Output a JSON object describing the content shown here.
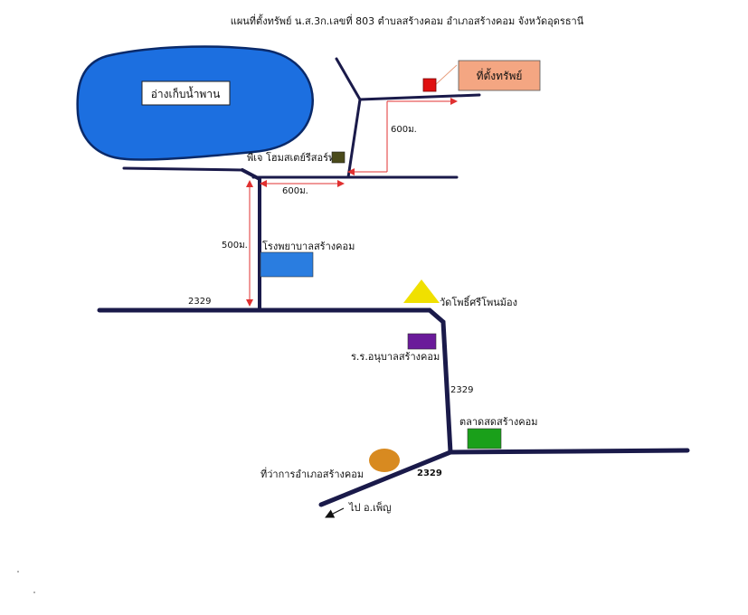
{
  "title": "แผนที่ตั้งทรัพย์ น.ส.3ก.เลขที่ 803  ตำบลสร้างคอม อำเภอสร้างคอม จังหวัดอุดรธานี",
  "reservoir_label": "อ่างเก็บน้ำพาน",
  "property_label": "ที่ตั้งทรัพย์",
  "resort_label": "พีเจ โฮมสเตย์รีสอร์ท",
  "hospital_label": "โรงพยาบาลสร้างคอม",
  "temple_label": "วัดโพธิ์ศรีโพนม้อง",
  "kindergarten_label": "ร.ร.อนุบาลสร้างคอม",
  "market_label": "ตลาดสดสร้างคอม",
  "district_office_label": "ที่ว่าการอำเภอสร้างคอม",
  "to_label": "ไป อ.เพ็ญ",
  "roads": {
    "main_west": "2329",
    "south_segment": "2329",
    "junction": "2329"
  },
  "distances": {
    "north_600": "600ม.",
    "east_600": "600ม.",
    "south_500": "500ม."
  },
  "colors": {
    "road": "#1a1a4a",
    "reservoir": "#1c6fe0",
    "property_marker": "#e01010",
    "property_box": "#f4a682",
    "resort": "#4a4a1a",
    "hospital": "#2a7de0",
    "temple": "#f0e000",
    "kindergarten": "#6a1a9a",
    "market": "#1aa01a",
    "district_office": "#d88a20",
    "arrow": "#e03030"
  }
}
